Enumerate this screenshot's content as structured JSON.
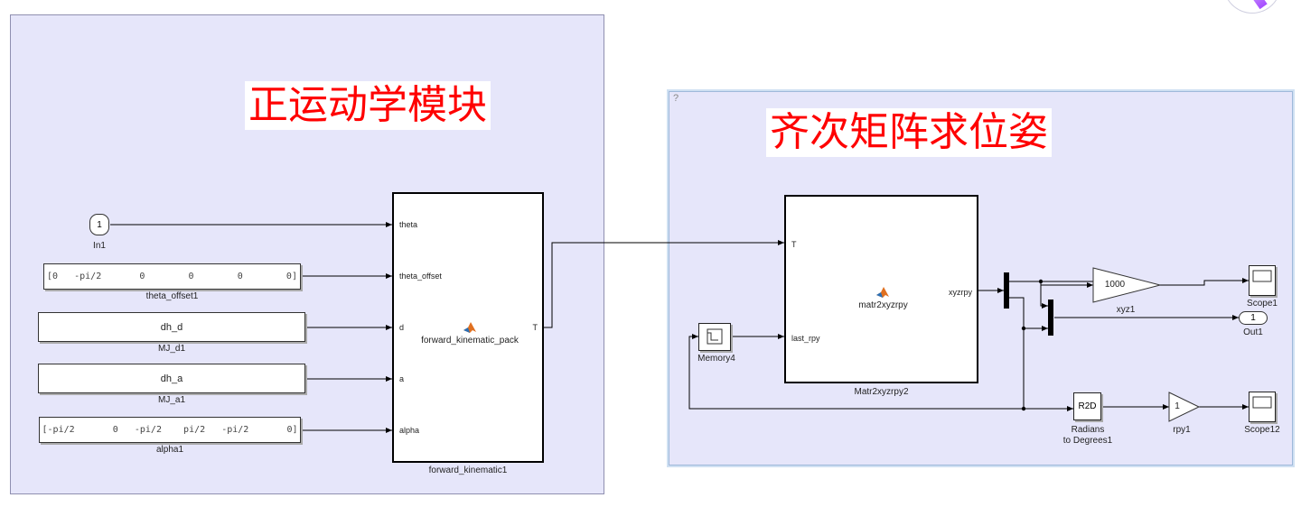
{
  "left_subsystem": {
    "title": "正运动学模块",
    "inport": {
      "number": "1",
      "name": "In1"
    },
    "constants": [
      {
        "value": "[0   -pi/2       0        0        0        0]",
        "name": "theta_offset1"
      },
      {
        "value": "dh_d",
        "name": "MJ_d1"
      },
      {
        "value": "dh_a",
        "name": "MJ_a1"
      },
      {
        "value": "[-pi/2       0   -pi/2    pi/2   -pi/2       0]",
        "name": "alpha1"
      }
    ],
    "fk_block": {
      "name": "forward_kinematic1",
      "function": "forward_kinematic_pack",
      "inputs": [
        "theta",
        "theta_offset",
        "d",
        "a",
        "alpha"
      ],
      "output": "T"
    }
  },
  "right_subsystem": {
    "title": "齐次矩阵求位姿",
    "help_mark": "?",
    "matr_block": {
      "name": "Matr2xyzrpy2",
      "function": "matr2xyzrpy",
      "inputs": [
        "T",
        "last_rpy"
      ],
      "output": "xyzrpy"
    },
    "memory": {
      "name": "Memory4"
    },
    "gain_xyz": {
      "value": "1000",
      "name": "xyz1"
    },
    "gain_rpy": {
      "value": "1",
      "name": "rpy1"
    },
    "r2d": {
      "text": "R2D",
      "name_line1": "Radians",
      "name_line2": "to Degrees1"
    },
    "scope1": {
      "name": "Scope1"
    },
    "scope2": {
      "name": "Scope12"
    },
    "outport": {
      "number": "1",
      "name": "Out1"
    }
  },
  "colors": {
    "area_bg": "#e6e6fa",
    "title_red": "#ff0000",
    "wire": "#000000"
  },
  "icons": [
    "matlab-function-icon",
    "scope-icon",
    "memory-icon"
  ]
}
